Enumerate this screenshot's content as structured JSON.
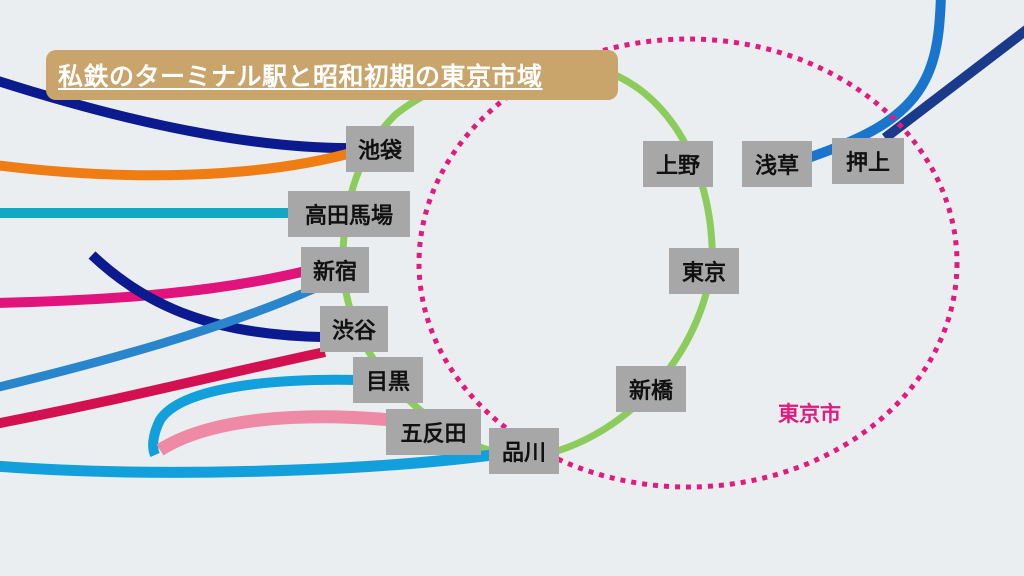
{
  "title": "私鉄のターミナル駅と昭和初期の東京市域",
  "city_area_label": "東京市",
  "colors": {
    "background": "#eaeef0",
    "title_bg": "#c9a46b",
    "yamanote_loop": "#8ccc5c",
    "city_boundary": "#e4197d",
    "station_box": "#a7a7a7"
  },
  "stations": {
    "ikebukuro": "池袋",
    "takadanobaba": "高田馬場",
    "shinjuku": "新宿",
    "shibuya": "渋谷",
    "meguro": "目黒",
    "gotanda": "五反田",
    "shinagawa": "品川",
    "shinbashi": "新橋",
    "tokyo": "東京",
    "ueno": "上野",
    "asakusa": "浅草",
    "oshiage": "押上"
  },
  "line_colors": {
    "ikebukuro_upper": "#0b1a8e",
    "ikebukuro_lower": "#f07c14",
    "takadanobaba": "#12a8c4",
    "shinjuku": "#e0147c",
    "shibuya_a": "#0b1a8e",
    "shibuya_b": "#2a86cc",
    "shibuya_c": "#d41150",
    "meguro": "#12a0dc",
    "gotanda": "#ee8aa6",
    "shinagawa": "#12a0dc",
    "asakusa": "#1976cc",
    "oshiage": "#1a3a8c"
  }
}
